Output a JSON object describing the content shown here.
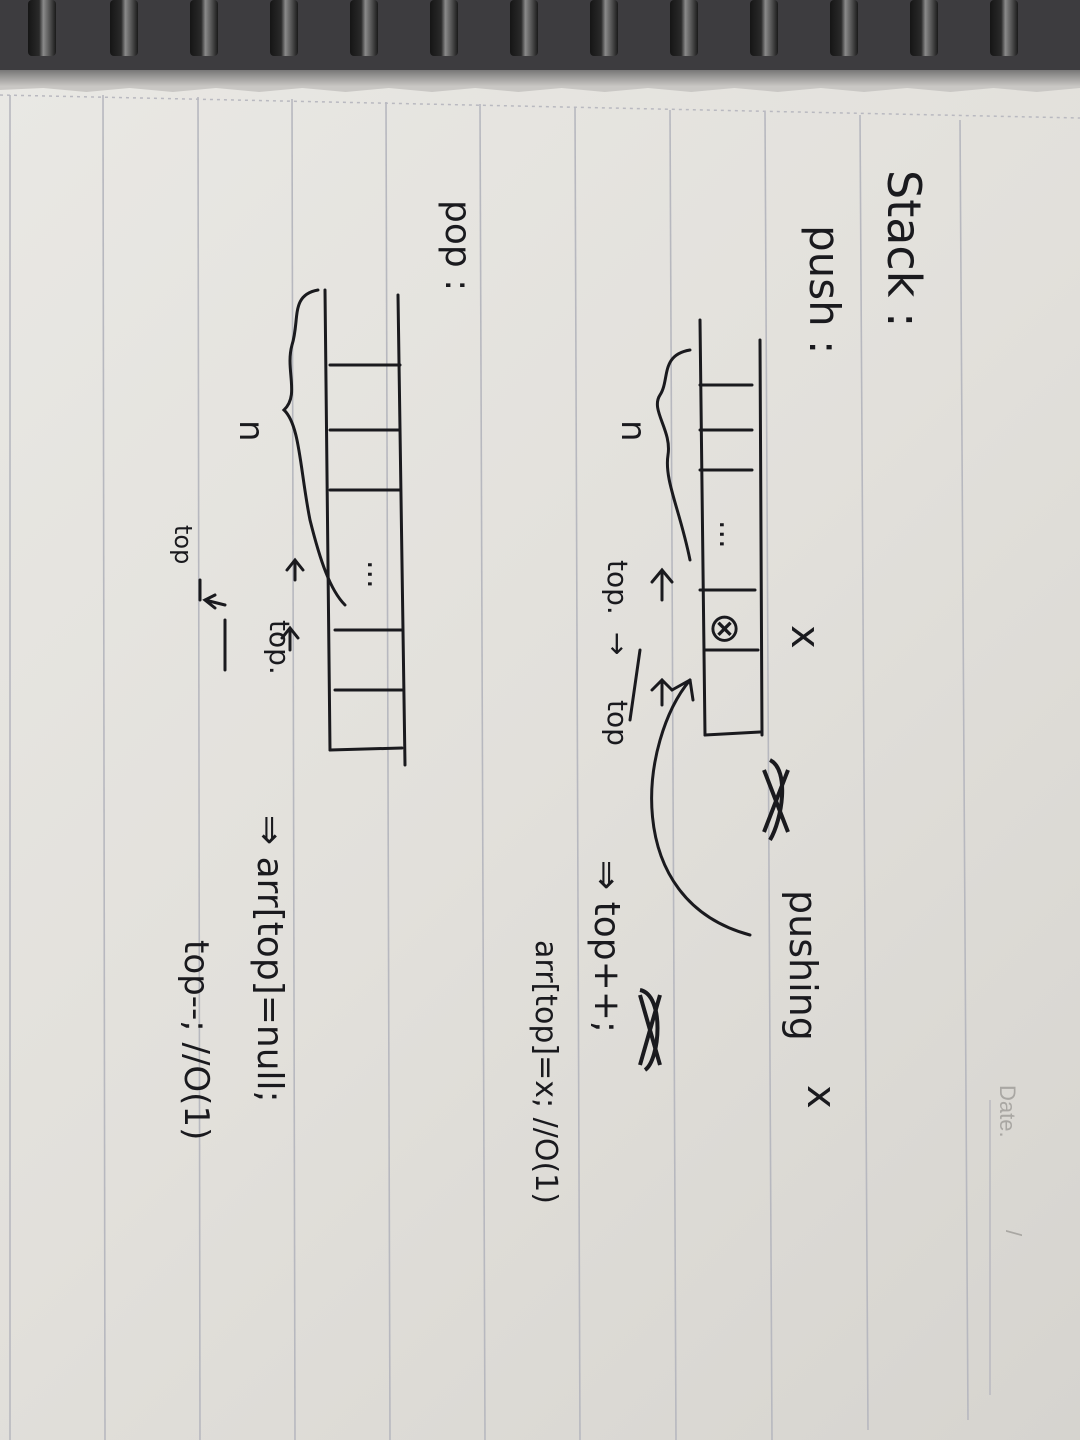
{
  "header": {
    "date_label": "Date.",
    "date_separator": "/"
  },
  "notes": {
    "title": "Stack :",
    "push_heading": "push :",
    "pop_heading": "pop :",
    "n_label_push": "n",
    "n_label_pop": "n",
    "ellipsis": "...",
    "cell_x_mark": "⊗",
    "arrow_x_label": "x",
    "pushing_label": "pushing",
    "pushing_x": "x",
    "top_label_before": "top.",
    "top_label_after": "top",
    "top_arrow": "→",
    "pop_top_label": "top.",
    "pop_top_new": "top",
    "push_code_line1": "⇒ top++;",
    "push_code_line2": "arr[top]=x; //O(1)",
    "pop_code_line1": "⇒ arr[top]=null;",
    "pop_code_line2": "top--; //O(1)"
  },
  "colors": {
    "paper": "#e4e2de",
    "ink": "#1a1a1e",
    "rule_line": "#b7b8bf",
    "printed_text": "#a9a7a3"
  }
}
